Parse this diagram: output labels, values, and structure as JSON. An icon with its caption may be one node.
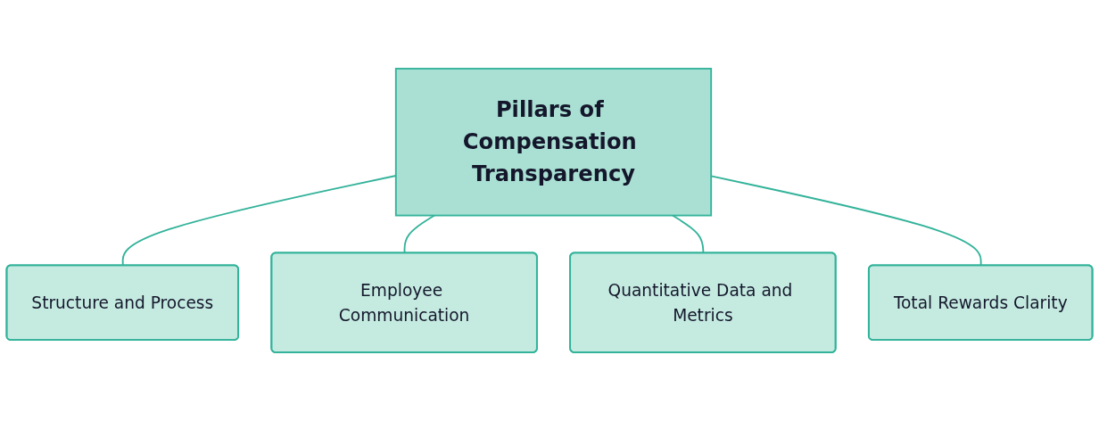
{
  "diagram": {
    "nodes": [
      {
        "text": [
          "Pillars of Compensation Transparency"
        ]
      },
      {
        "text": [
          "Structure and Process"
        ]
      },
      {
        "text": [
          "Employee Communication"
        ]
      },
      {
        "text": [
          "Quantitative Data and Metrics"
        ]
      },
      {
        "text": [
          "Total Rewards Clarity"
        ]
      }
    ],
    "edges": [
      {
        "from": 0,
        "to": 1,
        "arrow": "none"
      },
      {
        "from": 0,
        "to": 2,
        "arrow": "none"
      },
      {
        "from": 0,
        "to": 3,
        "arrow": "none"
      },
      {
        "from": 0,
        "to": 4,
        "arrow": "none"
      }
    ]
  }
}
